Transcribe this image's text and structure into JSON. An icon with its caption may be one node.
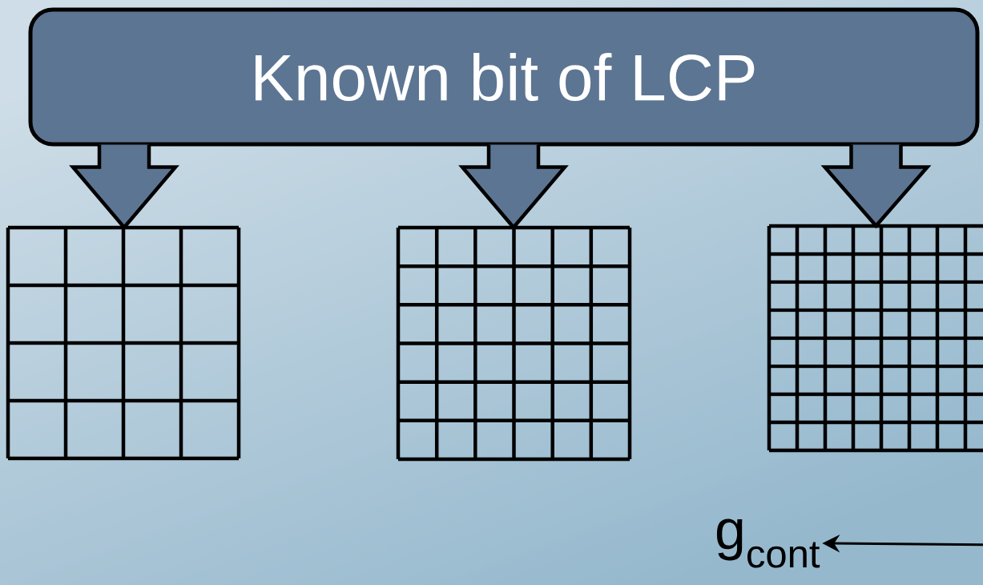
{
  "diagram": {
    "nodes": [
      {
        "text": [
          "Known bit of LCP"
        ]
      },
      {
        "text": [],
        "shape": "grid"
      },
      {
        "text": [],
        "shape": "grid"
      },
      {
        "text": [],
        "shape": "grid"
      },
      {
        "text": [
          "g$_{cont}$"
        ]
      }
    ],
    "edges": [
      {
        "from": 0,
        "to": 1,
        "arrow": "to"
      },
      {
        "from": 0,
        "to": 2,
        "arrow": "to"
      },
      {
        "from": 0,
        "to": 3,
        "arrow": "to"
      },
      {
        "from": null,
        "to": 4,
        "arrow": "to"
      }
    ]
  }
}
